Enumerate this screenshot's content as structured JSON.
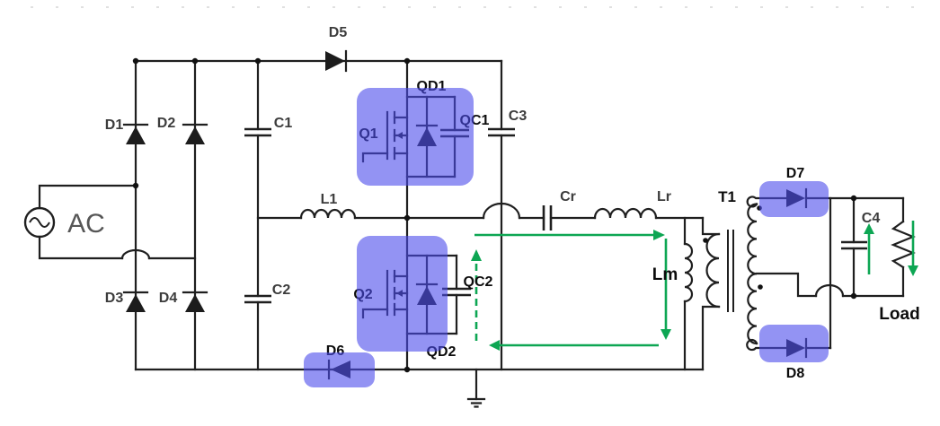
{
  "diagram_type": "power-converter-circuit-schematic",
  "colors": {
    "wire": "#1f1f1f",
    "highlight_overlay": "rgba(75,75,235,0.60)",
    "highlight_fill_appearance": "#9191ee",
    "current_arrow_green": "#0DA653",
    "label_gray": "#3c3c3c",
    "label_black": "#0c0c0c"
  },
  "labels": {
    "ac": "AC",
    "d1": "D1",
    "d2": "D2",
    "d3": "D3",
    "d4": "D4",
    "d5": "D5",
    "d6": "D6",
    "d7": "D7",
    "d8": "D8",
    "c1": "C1",
    "c2": "C2",
    "c3": "C3",
    "c4": "C4",
    "l1": "L1",
    "cr": "Cr",
    "lr": "Lr",
    "lm": "Lm",
    "q1": "Q1",
    "q2": "Q2",
    "qd1": "QD1",
    "qd2": "QD2",
    "qc1": "QC1",
    "qc2": "QC2",
    "t1": "T1",
    "load": "Load"
  }
}
